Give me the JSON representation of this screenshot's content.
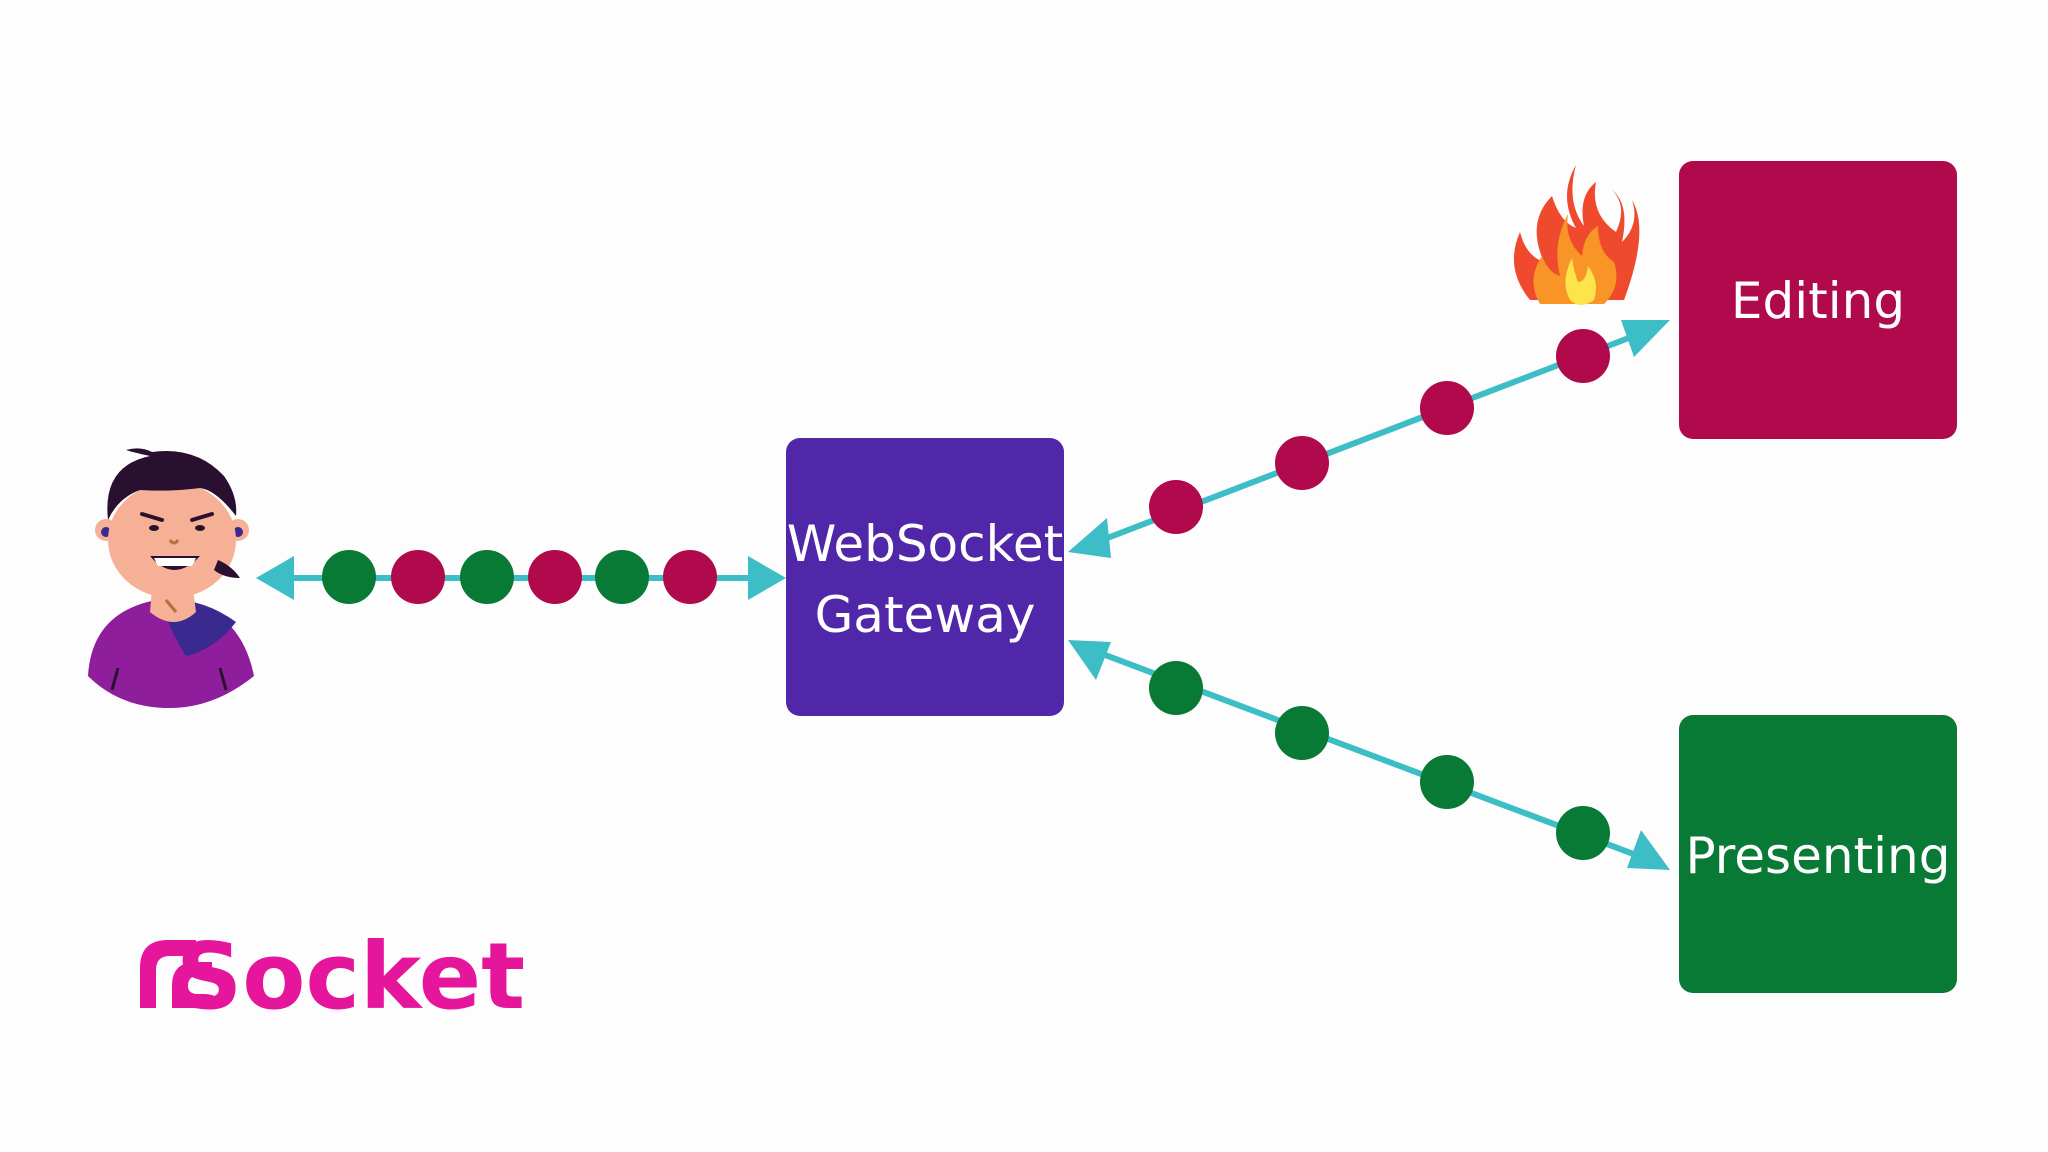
{
  "nodes": {
    "gateway": {
      "lines": [
        "WebSocket",
        "Gateway"
      ],
      "color": "#4f27a8"
    },
    "editing": {
      "label": "Editing",
      "color": "#b0094c"
    },
    "presenting": {
      "label": "Presenting",
      "color": "#087a35"
    }
  },
  "colors": {
    "arrow": "#3dbdc6",
    "red_message": "#b0094c",
    "green_message": "#087a35",
    "brand": "#e5169b"
  },
  "connections": [
    {
      "id": "user-gateway",
      "direction": "bidirectional",
      "messages": [
        "green",
        "red",
        "green",
        "red",
        "green",
        "red"
      ]
    },
    {
      "id": "gateway-editing",
      "direction": "bidirectional",
      "messages": [
        "red",
        "red",
        "red",
        "red"
      ]
    },
    {
      "id": "gateway-presenting",
      "direction": "bidirectional",
      "messages": [
        "green",
        "green",
        "green",
        "green"
      ]
    }
  ],
  "icons": {
    "user": "user-avatar-icon",
    "fire": "fire-icon"
  },
  "logo": {
    "text": "Socket",
    "color": "#e5169b"
  }
}
